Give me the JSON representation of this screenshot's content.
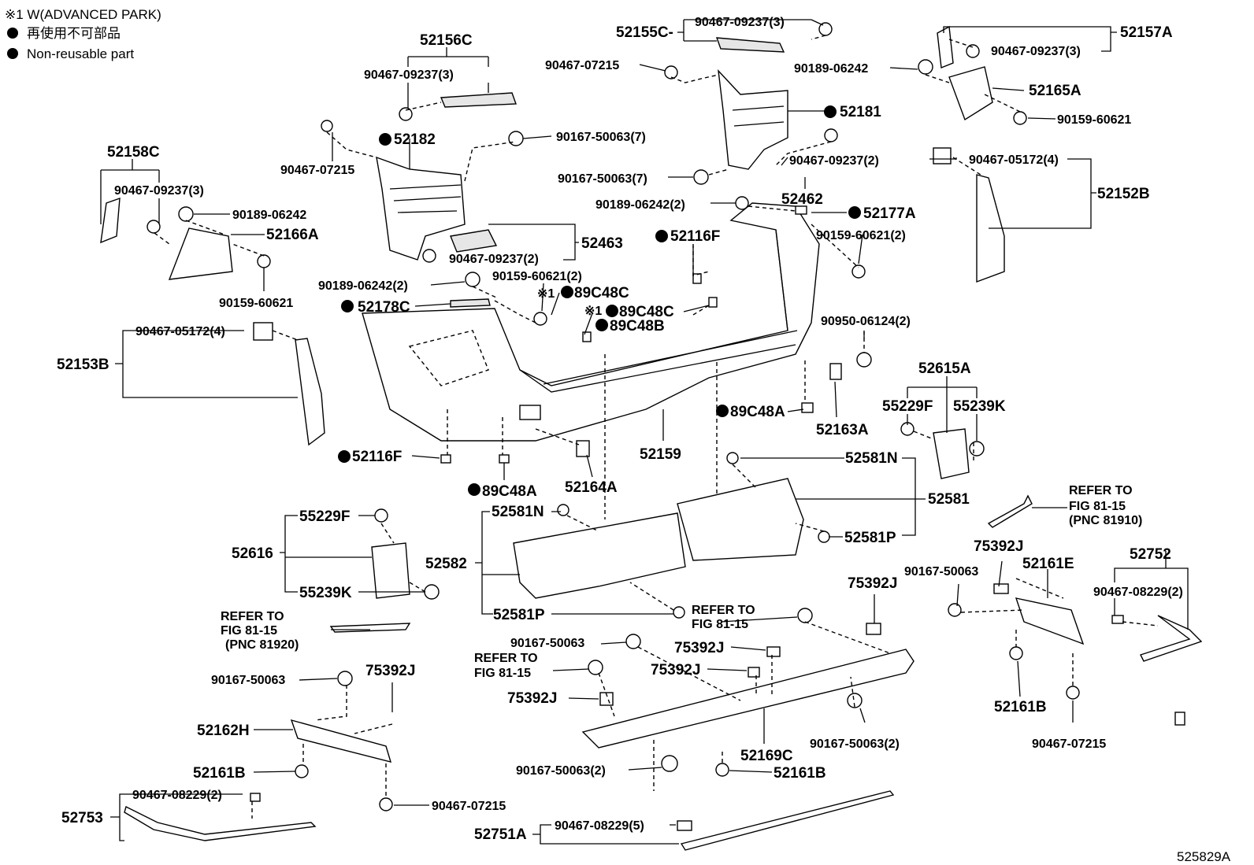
{
  "legend": {
    "line1": "※1 W(ADVANCED PARK)",
    "line2": "再使用不可部品",
    "line3": "Non-reusable part"
  },
  "figure_code": "525829A",
  "refer_to": "REFER TO",
  "fig_81_15": "FIG 81-15",
  "pnc_81910": "(PNC 81910)",
  "pnc_81920": "(PNC 81920)",
  "labels": {
    "p52156C": "52156C",
    "p90467_09237_3_a": "90467-09237(3)",
    "p52155C": "52155C-",
    "p90467_09237_3_b": "90467-09237(3)",
    "p90467_07215_a": "90467-07215",
    "p52157A": "52157A",
    "p90467_09237_3_c": "90467-09237(3)",
    "p90189_06242_a": "90189-06242",
    "p52165A": "52165A",
    "p52181": "52181",
    "p90159_60621_a": "90159-60621",
    "p52182": "52182",
    "p90167_50063_7_a": "90167-50063(7)",
    "p52158C": "52158C",
    "p90467_09237_3_d": "90467-09237(3)",
    "p90189_06242_b": "90189-06242",
    "p52166A": "52166A",
    "p90159_60621_b": "90159-60621",
    "p90467_07215_b": "90467-07215",
    "p90167_50063_7_b": "90167-50063(7)",
    "p90467_09237_2_a": "90467-09237(2)",
    "p52462": "52462",
    "p90467_05172_4_a": "90467-05172(4)",
    "p52152B": "52152B",
    "p90189_06242_2_a": "90189-06242(2)",
    "p52177A": "52177A",
    "p52463": "52463",
    "p90467_09237_2_b": "90467-09237(2)",
    "p52116F_a": "52116F",
    "p90159_60621_2_a": "90159-60621(2)",
    "p90189_06242_2_b": "90189-06242(2)",
    "p90159_60621_2_b": "90159-60621(2)",
    "p89C48C_a": "89C48C",
    "p52178C": "52178C",
    "p89C48C_b": "89C48C",
    "p89C48B": "89C48B",
    "p90950_06124_2": "90950-06124(2)",
    "p90467_05172_4_b": "90467-05172(4)",
    "p52153B": "52153B",
    "p52615A": "52615A",
    "p55229F_a": "55229F",
    "p55239K_a": "55239K",
    "p89C48A_a": "89C48A",
    "p52163A": "52163A",
    "p52159": "52159",
    "p52116F_b": "52116F",
    "p52581N_a": "52581N",
    "p89C48A_b": "89C48A",
    "p52164A": "52164A",
    "p52581": "52581",
    "p55229F_b": "55229F",
    "p52581N_b": "52581N",
    "p52616": "52616",
    "p52582": "52582",
    "p52581P_a": "52581P",
    "p75392J_a": "75392J",
    "p52752": "52752",
    "p52161E": "52161E",
    "p90167_50063_a": "90167-50063",
    "p90467_08229_2_a": "90467-08229(2)",
    "p55239K_b": "55239K",
    "p52581P_b": "52581P",
    "p75392J_b": "75392J",
    "p90167_50063_b": "90167-50063",
    "p75392J_c": "75392J",
    "p75392J_d": "75392J",
    "p52161B_a": "52161B",
    "p90467_07215_c": "90467-07215",
    "p90167_50063_c": "90167-50063",
    "p75392J_e": "75392J",
    "p75392J_f": "75392J",
    "p90167_50063_2_a": "90167-50063(2)",
    "p52162H": "52162H",
    "p52169C": "52169C",
    "p52161B_b": "52161B",
    "p52161B_c": "52161B",
    "p90167_50063_2_b": "90167-50063(2)",
    "p90467_08229_2_b": "90467-08229(2)",
    "p90467_07215_d": "90467-07215",
    "p52753": "52753",
    "p52751A": "52751A",
    "p90467_08229_5": "90467-08229(5)"
  }
}
